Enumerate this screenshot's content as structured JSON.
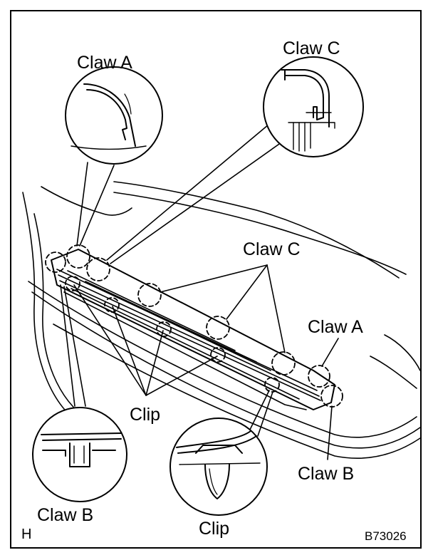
{
  "labels": {
    "claw_a_top": "Claw A",
    "claw_c_top": "Claw C",
    "claw_c_mid": "Claw C",
    "claw_a_right": "Claw A",
    "clip_mid": "Clip",
    "claw_b_right": "Claw B",
    "claw_b_left": "Claw B",
    "clip_bottom": "Clip"
  },
  "corner_letter": "H",
  "figure_code": "B73026"
}
